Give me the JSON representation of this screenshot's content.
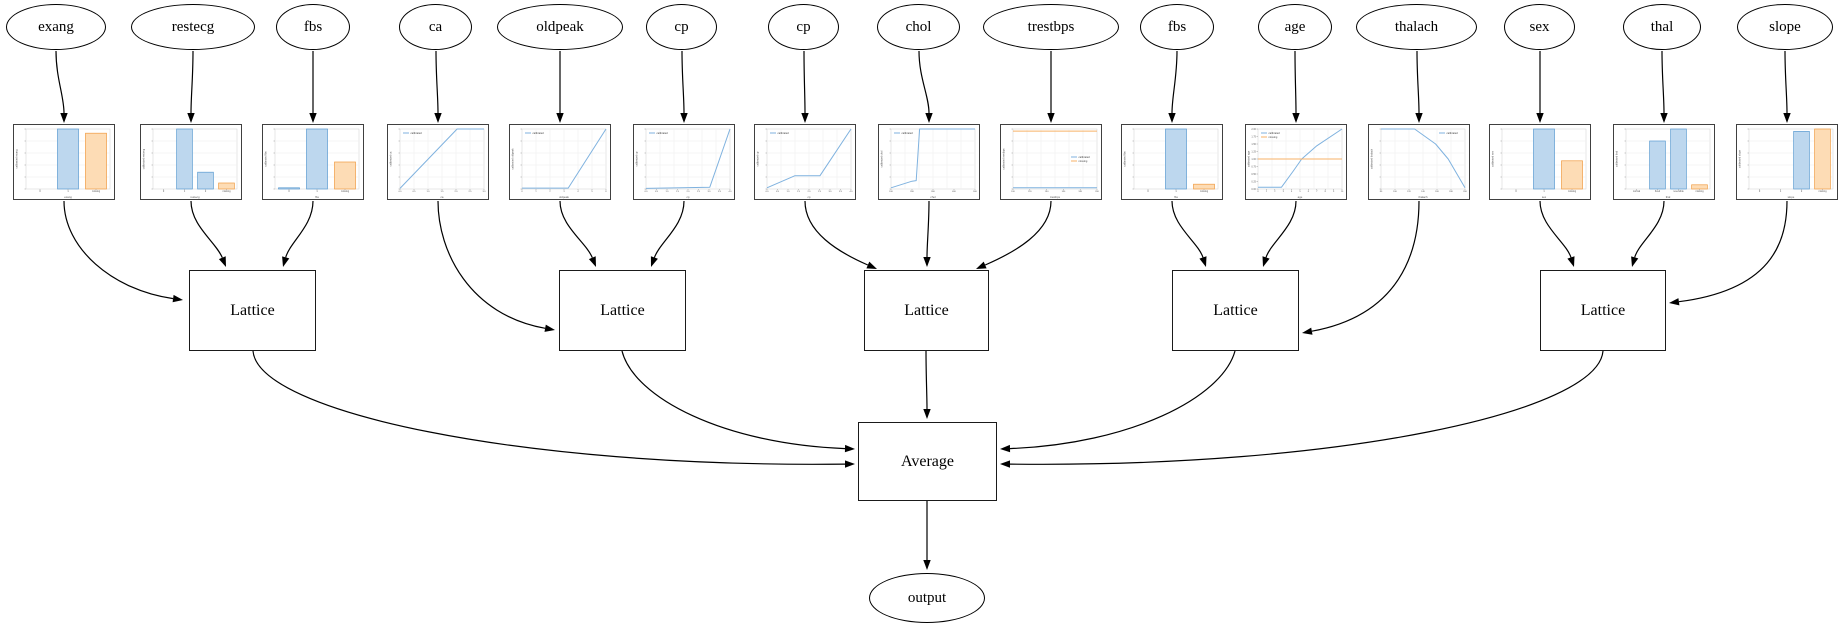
{
  "diagram": {
    "features": [
      {
        "label": "exang"
      },
      {
        "label": "restecg"
      },
      {
        "label": "fbs"
      },
      {
        "label": "ca"
      },
      {
        "label": "oldpeak"
      },
      {
        "label": "cp"
      },
      {
        "label": "cp"
      },
      {
        "label": "chol"
      },
      {
        "label": "trestbps"
      },
      {
        "label": "fbs"
      },
      {
        "label": "age"
      },
      {
        "label": "thalach"
      },
      {
        "label": "sex"
      },
      {
        "label": "thal"
      },
      {
        "label": "slope"
      }
    ],
    "lattice_label": "Lattice",
    "average_label": "Average",
    "output_label": "output"
  },
  "colors": {
    "line_blue": "#7fb2df",
    "line_orange": "#f7b267",
    "bar_blue_fill": "#bdd7ee",
    "bar_blue_edge": "#5b9bd0",
    "bar_orange_fill": "#fddcb5",
    "bar_orange_edge": "#f09b42",
    "edge_black": "#000000"
  },
  "chart_data": [
    {
      "type": "bar",
      "feature": "exang",
      "ylabel": "calibrated exang",
      "xlabel": "exang",
      "categories": [
        "0",
        "1",
        "missing"
      ],
      "values": [
        0,
        1.0,
        0.93
      ]
    },
    {
      "type": "bar",
      "feature": "restecg",
      "ylabel": "calibrated restecg",
      "xlabel": "restecg",
      "categories": [
        "0",
        "1",
        "2",
        "missing"
      ],
      "values": [
        0,
        1.0,
        0.28,
        0.1
      ]
    },
    {
      "type": "bar",
      "feature": "fbs",
      "ylabel": "calibrated fbs",
      "xlabel": "fbs",
      "categories": [
        "0",
        "1",
        "missing"
      ],
      "values": [
        0.02,
        1.0,
        0.45
      ]
    },
    {
      "type": "line",
      "feature": "ca",
      "ylabel": "calibrated ca",
      "xlabel": "ca",
      "x_ticks": [
        "0.0",
        "0.5",
        "1.0",
        "1.5",
        "2.0",
        "2.5",
        "3.0"
      ],
      "legend_pos": "tl",
      "legend": [
        "calibrated"
      ],
      "series": [
        {
          "name": "calibrated",
          "color": "blue",
          "points": [
            [
              0,
              0.01
            ],
            [
              0.68,
              1
            ],
            [
              1,
              1
            ]
          ]
        }
      ]
    },
    {
      "type": "line",
      "feature": "oldpeak",
      "ylabel": "calibrated oldpeak",
      "xlabel": "oldpeak",
      "x_ticks": [
        "0",
        "1",
        "2",
        "3",
        "4",
        "5",
        "6"
      ],
      "legend_pos": "tl",
      "legend": [
        "calibrated"
      ],
      "series": [
        {
          "name": "calibrated",
          "color": "blue",
          "points": [
            [
              0,
              0.015
            ],
            [
              0.55,
              0.015
            ],
            [
              1,
              1
            ]
          ]
        }
      ]
    },
    {
      "type": "line",
      "feature": "cp",
      "ylabel": "calibrated cp",
      "xlabel": "cp",
      "x_ticks": [
        "0.0",
        "0.5",
        "1.0",
        "1.5",
        "2.0",
        "2.5",
        "3.0",
        "3.5",
        "4.0"
      ],
      "legend_pos": "tl",
      "legend": [
        "calibrated"
      ],
      "series": [
        {
          "name": "calibrated",
          "color": "blue",
          "points": [
            [
              0,
              0.01
            ],
            [
              0.76,
              0.03
            ],
            [
              1,
              1
            ]
          ]
        }
      ]
    },
    {
      "type": "line",
      "feature": "cp",
      "ylabel": "calibrated cp",
      "xlabel": "cp",
      "x_ticks": [
        "0.0",
        "0.5",
        "1.0",
        "1.5",
        "2.0",
        "2.5",
        "3.0",
        "3.5",
        "4.0"
      ],
      "legend_pos": "tl",
      "legend": [
        "calibrated"
      ],
      "series": [
        {
          "name": "calibrated",
          "color": "blue",
          "points": [
            [
              0,
              0.02
            ],
            [
              0.33,
              0.22
            ],
            [
              0.63,
              0.22
            ],
            [
              1,
              1
            ]
          ]
        }
      ]
    },
    {
      "type": "line",
      "feature": "chol",
      "ylabel": "calibrated chol",
      "xlabel": "chol",
      "x_ticks": [
        "100",
        "200",
        "300",
        "400",
        "500"
      ],
      "legend_pos": "tl",
      "legend": [
        "calibrated"
      ],
      "series": [
        {
          "name": "calibrated",
          "color": "blue",
          "points": [
            [
              0,
              0.02
            ],
            [
              0.25,
              0.13
            ],
            [
              0.3,
              0.14
            ],
            [
              0.34,
              1
            ],
            [
              1,
              1
            ]
          ]
        }
      ]
    },
    {
      "type": "line",
      "feature": "trestbps",
      "ylabel": "calibrated trestbps",
      "xlabel": "trestbps",
      "x_ticks": [
        "100",
        "120",
        "140",
        "160",
        "180",
        "200"
      ],
      "legend_pos": "r",
      "legend": [
        "calibrated",
        "missing"
      ],
      "series": [
        {
          "name": "calibrated",
          "color": "blue",
          "points": [
            [
              0,
              0.02
            ],
            [
              1,
              0.02
            ]
          ]
        },
        {
          "name": "missing",
          "color": "orange",
          "points": [
            [
              0,
              0.965
            ],
            [
              1,
              0.965
            ]
          ]
        }
      ]
    },
    {
      "type": "bar",
      "feature": "fbs",
      "ylabel": "calibrated fbs",
      "xlabel": "fbs",
      "categories": [
        "0",
        "1",
        "missing"
      ],
      "values": [
        0,
        1.0,
        0.08
      ]
    },
    {
      "type": "line",
      "feature": "age",
      "ylabel": "calibrated age",
      "xlabel": "age",
      "x_ticks": [
        "0",
        "1",
        "2",
        "3",
        "4",
        "5",
        "6",
        "7",
        "8",
        "9",
        "10"
      ],
      "y_ticks": [
        "0.00",
        "0.25",
        "0.50",
        "0.75",
        "1.00",
        "1.25",
        "1.50",
        "1.75",
        "2.00"
      ],
      "legend_pos": "tl",
      "legend": [
        "calibrated",
        "missing"
      ],
      "series": [
        {
          "name": "calibrated",
          "color": "blue",
          "points": [
            [
              0,
              0.03
            ],
            [
              0.28,
              0.03
            ],
            [
              0.42,
              0.3
            ],
            [
              0.52,
              0.5
            ],
            [
              0.7,
              0.72
            ],
            [
              1,
              1
            ]
          ]
        },
        {
          "name": "missing",
          "color": "orange",
          "points": [
            [
              0,
              0.5
            ],
            [
              1,
              0.5
            ]
          ]
        }
      ]
    },
    {
      "type": "line",
      "feature": "thalach",
      "ylabel": "calibrated thalach",
      "xlabel": "thalach",
      "x_ticks": [
        "80",
        "100",
        "120",
        "140",
        "160",
        "180",
        "200"
      ],
      "legend_pos": "tr",
      "legend": [
        "calibrated"
      ],
      "series": [
        {
          "name": "calibrated",
          "color": "blue",
          "points": [
            [
              0,
              1
            ],
            [
              0.4,
              1
            ],
            [
              0.65,
              0.75
            ],
            [
              0.8,
              0.5
            ],
            [
              1,
              0.02
            ]
          ]
        }
      ]
    },
    {
      "type": "bar",
      "feature": "sex",
      "ylabel": "calibrated sex",
      "xlabel": "sex",
      "categories": [
        "0",
        "1",
        "missing"
      ],
      "values": [
        0,
        1.0,
        0.47
      ]
    },
    {
      "type": "bar",
      "feature": "thal",
      "ylabel": "calibrated thal",
      "xlabel": "thal",
      "categories": [
        "normal",
        "fixed",
        "reversible",
        "missing"
      ],
      "values": [
        0,
        0.8,
        1.0,
        0.07
      ]
    },
    {
      "type": "bar",
      "feature": "slope",
      "ylabel": "calibrated slope",
      "xlabel": "slope",
      "categories": [
        "0",
        "1",
        "2",
        "missing"
      ],
      "values": [
        0,
        0,
        0.96,
        1.0
      ]
    }
  ]
}
